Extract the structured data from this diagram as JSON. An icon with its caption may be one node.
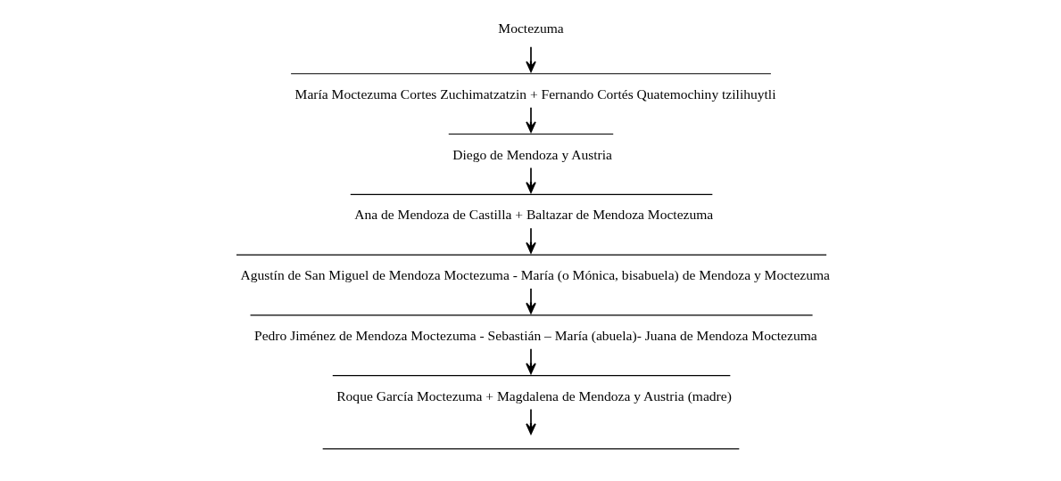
{
  "diagram": {
    "nodes": [
      {
        "text": [
          "Moctezuma"
        ]
      },
      {
        "text": [
          "María Moctezuma Cortes Zuchimatzatzin + Fernando Cortés Quatemochiny tzilihuytli"
        ]
      },
      {
        "text": [
          "Diego de Mendoza y Austria"
        ]
      },
      {
        "text": [
          "Ana de Mendoza de Castilla + Baltazar de Mendoza Moctezuma"
        ]
      },
      {
        "text": [
          "Agustín de San Miguel de Mendoza Moctezuma - María (o Mónica, bisabuela) de Mendoza y Moctezuma"
        ]
      },
      {
        "text": [
          "Pedro Jiménez de Mendoza Moctezuma - Sebastián – María (abuela)- Juana de Mendoza Moctezuma"
        ]
      },
      {
        "text": [
          "Roque García Moctezuma + Magdalena de Mendoza y Austria (madre)"
        ]
      }
    ],
    "edges": [
      {
        "from": 0,
        "to": 1,
        "arrow": "to"
      },
      {
        "from": 1,
        "to": 2,
        "arrow": "to"
      },
      {
        "from": 2,
        "to": 3,
        "arrow": "to"
      },
      {
        "from": 3,
        "to": 4,
        "arrow": "to"
      },
      {
        "from": 4,
        "to": 5,
        "arrow": "to"
      },
      {
        "from": 5,
        "to": 6,
        "arrow": "to"
      },
      {
        "from": 6,
        "to": null,
        "arrow": "to"
      }
    ]
  }
}
